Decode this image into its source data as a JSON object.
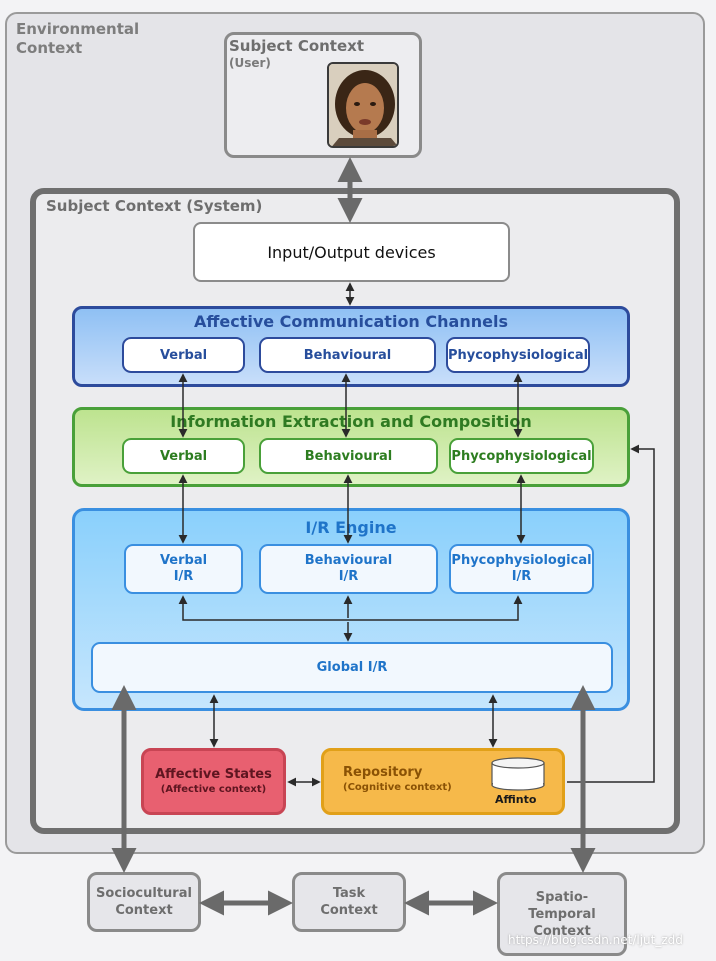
{
  "environment": {
    "title": "Environmental\nContext"
  },
  "user": {
    "title": "Subject Context",
    "subtitle": "(User)"
  },
  "system": {
    "title": "Subject Context (System)"
  },
  "io": {
    "label": "Input/Output devices"
  },
  "affective_channels": {
    "title": "Affective Communication Channels",
    "items": [
      "Verbal",
      "Behavioural",
      "Phycophysiological"
    ]
  },
  "info_extraction": {
    "title": "Information Extraction and Composition",
    "items": [
      "Verbal",
      "Behavioural",
      "Phycophysiological"
    ]
  },
  "ir_engine": {
    "title": "I/R Engine",
    "items": [
      "Verbal\nI/R",
      "Behavioural\nI/R",
      "Phycophysiological\nI/R"
    ],
    "global": "Global I/R"
  },
  "affective_states": {
    "title": "Affective States",
    "subtitle": "(Affective context)"
  },
  "repository": {
    "title": "Repository",
    "subtitle": "(Cognitive context)",
    "db_label": "Affinto"
  },
  "contexts": [
    "Sociocultural\nContext",
    "Task\nContext",
    "Spatio-\nTemporal\nContext"
  ],
  "watermark": "https://blog.csdn.net/ljut_zdd",
  "colors": {
    "affective_channels": "#2d4b9c",
    "info_extraction": "#49a039",
    "ir_engine": "#3a8fe0",
    "affective_states": "#e86070",
    "repository": "#f6b94a",
    "arrows": "#6a6a6a"
  }
}
